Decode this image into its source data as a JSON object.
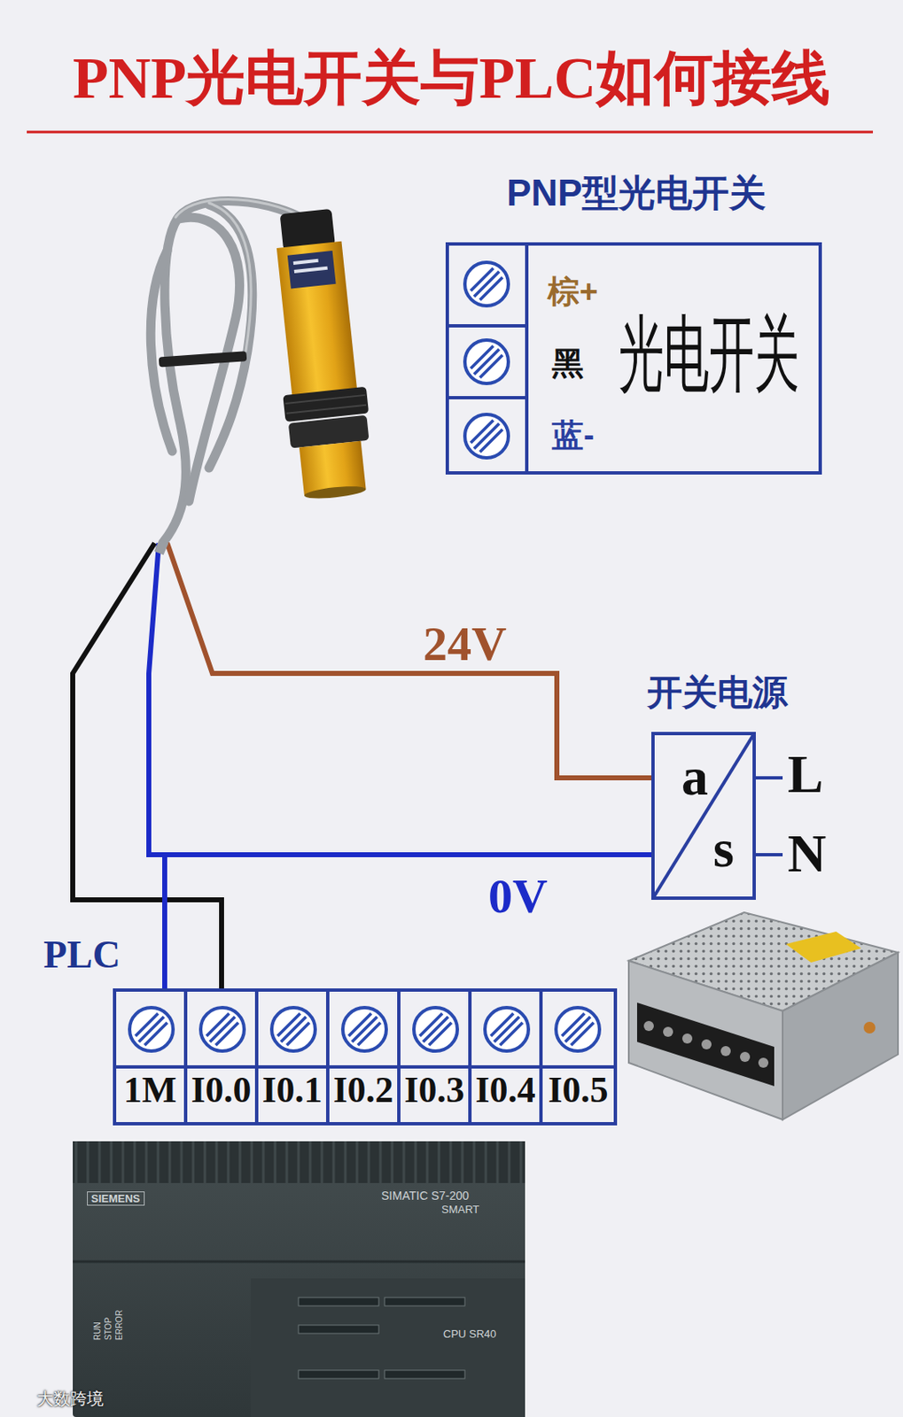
{
  "diagram": {
    "title": "PNP光电开关与PLC如何接线",
    "nodes": [
      {
        "text": [
          "PNP型光电开关",
          "光电开关"
        ]
      },
      {
        "text": [
          "开关电源",
          "a",
          "s"
        ]
      },
      {
        "text": [
          "PLC"
        ]
      },
      {
        "text": [
          "1M"
        ],
        "in": 2
      },
      {
        "text": [
          "I0.0"
        ],
        "in": 2
      },
      {
        "text": [
          "I0.1"
        ],
        "in": 2
      },
      {
        "text": [
          "I0.2"
        ],
        "in": 2
      },
      {
        "text": [
          "I0.3"
        ],
        "in": 2
      },
      {
        "text": [
          "I0.4"
        ],
        "in": 2
      },
      {
        "text": [
          "I0.5"
        ],
        "in": 2
      }
    ],
    "edges": [
      {
        "from": 1,
        "to": 3,
        "arrow": "none",
        "label": "0V"
      }
    ],
    "labels": [
      "棕+",
      "黑",
      "蓝-",
      "24V",
      "L",
      "N",
      "SIEMENS",
      "SIMATIC S7-200",
      "SMART",
      "RUN",
      "STOP",
      "ERROR",
      "CPU SR40",
      "大数跨境"
    ]
  }
}
